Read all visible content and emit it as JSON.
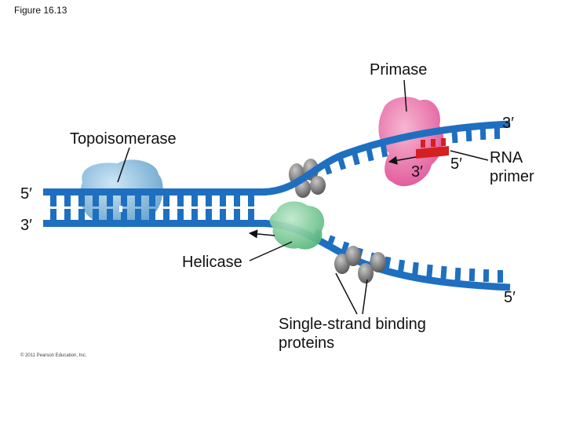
{
  "figure_label": "Figure 16.13",
  "copyright": "© 2011 Pearson Education, Inc.",
  "labels": {
    "primase": "Primase",
    "topoisomerase": "Topoisomerase",
    "helicase": "Helicase",
    "ssb_line1": "Single-strand binding",
    "ssb_line2": "proteins",
    "rna_primer_line1": "RNA",
    "rna_primer_line2": "primer"
  },
  "ends": {
    "left_top": "5′",
    "left_bottom": "3′",
    "upper_right": "3′",
    "primer_3": "3′",
    "primer_5": "5′",
    "lower_right": "5′"
  },
  "colors": {
    "dna_strand": "#1f6fc0",
    "dna_dark": "#0f4a8a",
    "primase": "#e86ea6",
    "topoisomerase": "#7fb8de",
    "helicase": "#78c996",
    "ssb_protein": "#8a8a8a",
    "rna_primer": "#d42020"
  }
}
